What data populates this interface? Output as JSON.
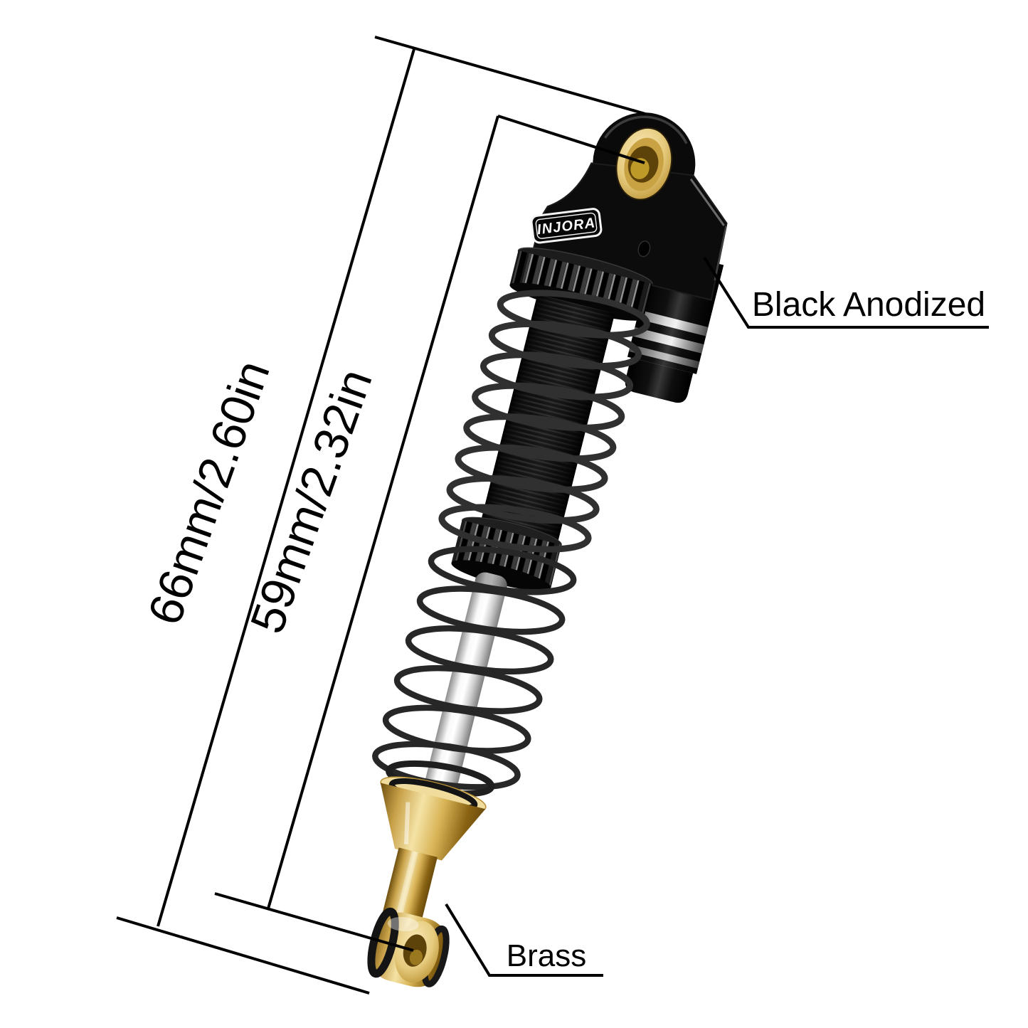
{
  "product": {
    "brand_logo": "INJORA"
  },
  "annotations": {
    "dim_outer": {
      "text": "66mm/2.60in"
    },
    "dim_inner": {
      "text": "59mm/2.32in"
    },
    "finish": {
      "text": "Black Anodized"
    },
    "material": {
      "text": "Brass"
    }
  },
  "colors": {
    "background": "#ffffff",
    "annotation_line": "#000000",
    "black_anodized": "#0b0b0b",
    "brass_light": "#f2e0a4",
    "brass": "#d9b457",
    "brass_dark": "#7a5a12",
    "chrome_shaft": "#f5f5f5",
    "silver_stripe": "#e6e6e6",
    "spring_wire": "#2e2e2e"
  }
}
